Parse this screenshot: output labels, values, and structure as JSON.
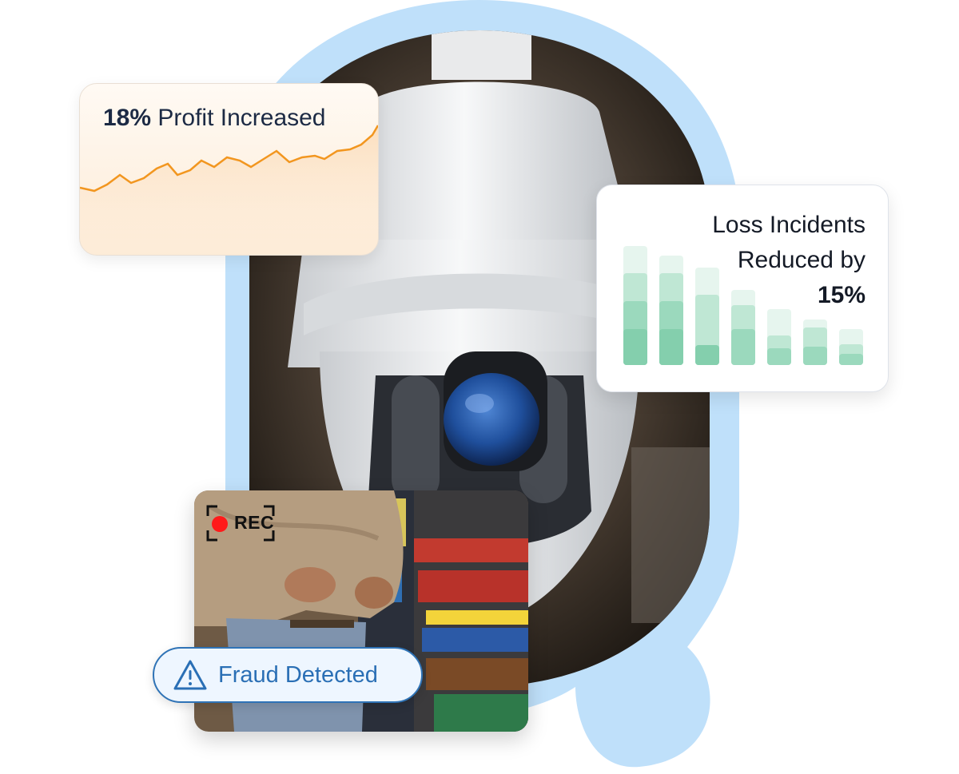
{
  "profit_card": {
    "value": "18%",
    "label": "Profit Increased"
  },
  "loss_card": {
    "line1": "Loss Incidents",
    "line2": "Reduced by",
    "value": "15%"
  },
  "recording": {
    "label": "REC"
  },
  "alert": {
    "label": "Fraud Detected",
    "icon": "warning-triangle-icon"
  },
  "colors": {
    "backdrop": "#bfe0fa",
    "profit_line": "#f2961f",
    "bar_color": "#7fcfae",
    "alert_accent": "#2f73b6",
    "rec_dot": "#ff1a1a"
  }
}
